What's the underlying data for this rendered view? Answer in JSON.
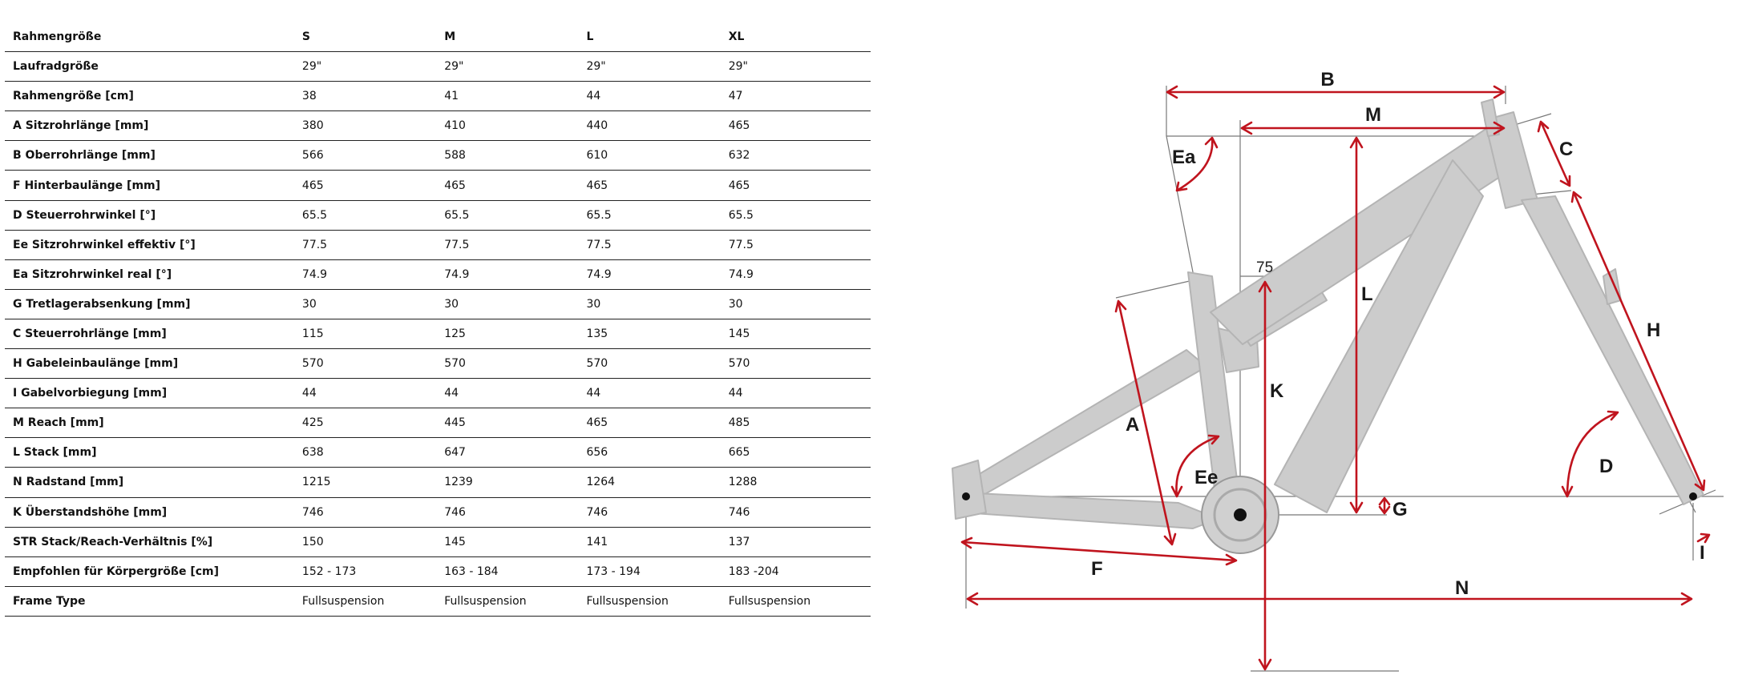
{
  "table": {
    "header": {
      "label": "Rahmengröße",
      "sizes": [
        "S",
        "M",
        "L",
        "XL"
      ]
    },
    "rows": [
      {
        "label": "Laufradgröße",
        "values": [
          "29\"",
          "29\"",
          "29\"",
          "29\""
        ]
      },
      {
        "label": "Rahmengröße [cm]",
        "values": [
          "38",
          "41",
          "44",
          "47"
        ]
      },
      {
        "label": "A Sitzrohrlänge [mm]",
        "values": [
          "380",
          "410",
          "440",
          "465"
        ]
      },
      {
        "label": "B Oberrohrlänge [mm]",
        "values": [
          "566",
          "588",
          "610",
          "632"
        ]
      },
      {
        "label": "F Hinterbaulänge [mm]",
        "values": [
          "465",
          "465",
          "465",
          "465"
        ]
      },
      {
        "label": "D Steuerrohrwinkel [°]",
        "values": [
          "65.5",
          "65.5",
          "65.5",
          "65.5"
        ]
      },
      {
        "label": "Ee Sitzrohrwinkel effektiv [°]",
        "values": [
          "77.5",
          "77.5",
          "77.5",
          "77.5"
        ]
      },
      {
        "label": "Ea Sitzrohrwinkel real [°]",
        "values": [
          "74.9",
          "74.9",
          "74.9",
          "74.9"
        ]
      },
      {
        "label": "G Tretlagerabsenkung [mm]",
        "values": [
          "30",
          "30",
          "30",
          "30"
        ]
      },
      {
        "label": "C Steuerrohrlänge [mm]",
        "values": [
          "115",
          "125",
          "135",
          "145"
        ]
      },
      {
        "label": "H Gabeleinbaulänge [mm]",
        "values": [
          "570",
          "570",
          "570",
          "570"
        ]
      },
      {
        "label": "I Gabelvorbiegung [mm]",
        "values": [
          "44",
          "44",
          "44",
          "44"
        ]
      },
      {
        "label": "M Reach [mm]",
        "values": [
          "425",
          "445",
          "465",
          "485"
        ]
      },
      {
        "label": "L Stack [mm]",
        "values": [
          "638",
          "647",
          "656",
          "665"
        ]
      },
      {
        "label": "N Radstand [mm]",
        "values": [
          "1215",
          "1239",
          "1264",
          "1288"
        ]
      },
      {
        "label": "K Überstandshöhe [mm]",
        "values": [
          "746",
          "746",
          "746",
          "746"
        ]
      },
      {
        "label": "STR Stack/Reach-Verhältnis [%]",
        "values": [
          "150",
          "145",
          "141",
          "137"
        ]
      },
      {
        "label": "Empfohlen für Körpergröße [cm]",
        "values": [
          "152 - 173",
          "163 - 184",
          "173 - 194",
          "183 -204"
        ]
      },
      {
        "label": "Frame Type",
        "values": [
          "Fullsuspension",
          "Fullsuspension",
          "Fullsuspension",
          "Fullsuspension"
        ]
      }
    ]
  },
  "diagram": {
    "labels": {
      "A": "A",
      "B": "B",
      "C": "C",
      "D": "D",
      "Ea": "Ea",
      "Ee": "Ee",
      "F": "F",
      "G": "G",
      "H": "H",
      "I": "I",
      "K": "K",
      "L": "L",
      "M": "M",
      "N": "N",
      "seat_offset": "75"
    },
    "colors": {
      "dimension": "#c0141e",
      "frame": "#c8c8c8",
      "reference": "#666666"
    }
  }
}
